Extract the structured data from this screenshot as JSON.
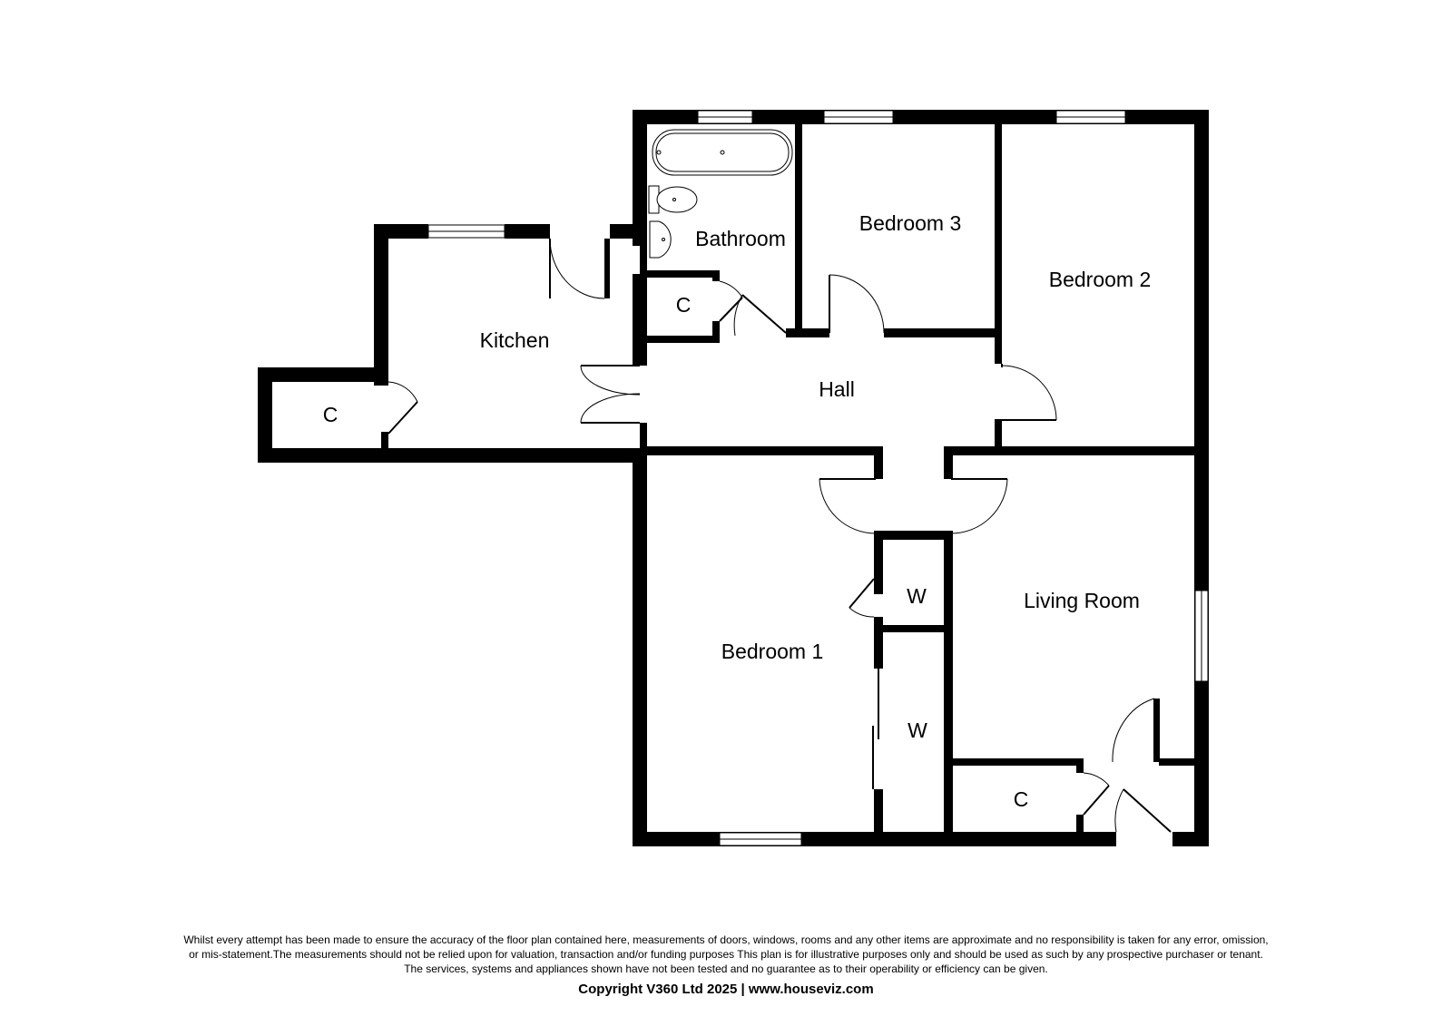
{
  "rooms": {
    "bathroom": "Bathroom",
    "bedroom3": "Bedroom 3",
    "bedroom2": "Bedroom 2",
    "kitchen": "Kitchen",
    "hall": "Hall",
    "bedroom1": "Bedroom 1",
    "living_room": "Living Room",
    "cupboard_bathroom": "C",
    "cupboard_kitchen": "C",
    "cupboard_living": "C",
    "wardrobe_upper": "W",
    "wardrobe_lower": "W"
  },
  "footer": {
    "disclaimer_line1": "Whilst every attempt has been made to ensure the accuracy of the floor plan contained here, measurements of doors, windows, rooms and any other items are approximate and no responsibility is taken for any error, omission,",
    "disclaimer_line2": "or mis-statement.The measurements should not be relied upon for valuation, transaction and/or funding purposes This plan is for illustrative purposes only and should be used as such by any prospective purchaser or tenant.",
    "disclaimer_line3": "The services, systems and appliances shown have not been tested and no guarantee as to their operability or efficiency can be given.",
    "copyright": "Copyright V360 Ltd 2025 | www.houseviz.com"
  }
}
